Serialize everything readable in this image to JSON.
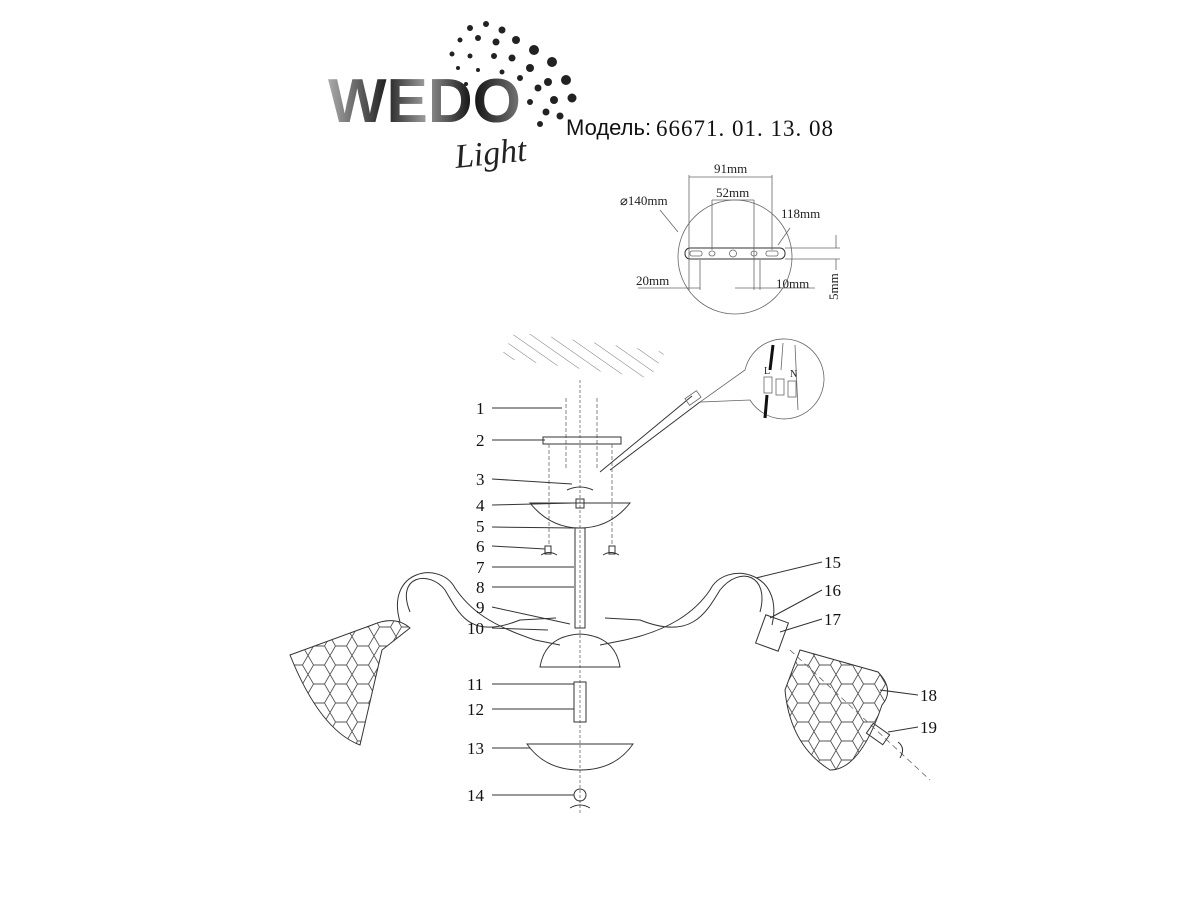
{
  "brand": {
    "logo_main": "WEDO",
    "logo_sub": "Light"
  },
  "header": {
    "model_label": "Модель:",
    "model_number": "66671. 01. 13. 08"
  },
  "mount_plate": {
    "diameter": "⌀140mm",
    "width_outer": "91mm",
    "width_inner": "52mm",
    "slot_span": "118mm",
    "left_offset": "20mm",
    "right_offset": "10mm",
    "thickness": "5mm"
  },
  "wiring": {
    "live": "L",
    "neutral": "N"
  },
  "parts_left": [
    "1",
    "2",
    "3",
    "4",
    "5",
    "6",
    "7",
    "8",
    "9",
    "10",
    "11",
    "12",
    "13",
    "14"
  ],
  "parts_right": [
    "15",
    "16",
    "17",
    "18",
    "19"
  ],
  "colors": {
    "line": "#333333",
    "background": "#ffffff"
  }
}
